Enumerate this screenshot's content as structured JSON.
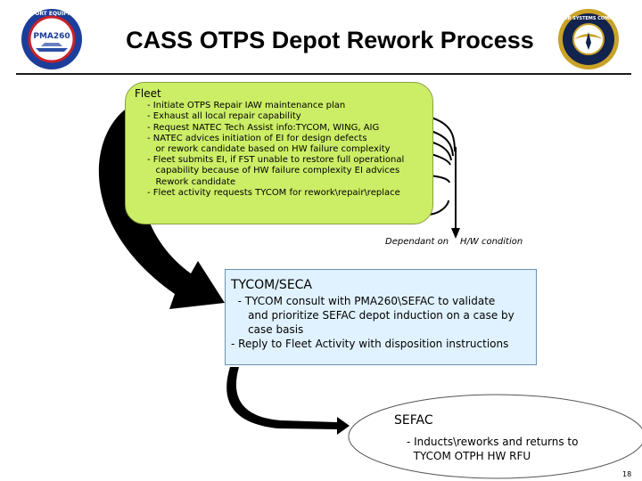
{
  "title": "CASS OTPS Depot Rework Process",
  "logos": {
    "left_text": "SUPPORT EQUIPMENT",
    "left_center": "PMA260",
    "right_text": "NAVAIR SYSTEMS COMMAND"
  },
  "fleet": {
    "title": "Fleet",
    "items": [
      "- Initiate OTPS Repair IAW maintenance plan",
      "- Exhaust all local repair capability",
      "- Request NATEC Tech Assist info:TYCOM, WING, AIG",
      "- NATEC advices initiation of EI for design defects",
      "   or rework candidate based on HW failure complexity",
      "- Fleet submits EI, if FST unable to restore full operational",
      "   capability because of HW failure complexity EI advices",
      "   Rework candidate",
      "- Fleet activity requests TYCOM for rework\\repair\\replace"
    ]
  },
  "dependent": {
    "left": "Dependant on",
    "right": "H/W condition"
  },
  "tycom": {
    "title": "TYCOM/SECA",
    "items": [
      "  - TYCOM consult with PMA260\\SEFAC to validate",
      "     and prioritize SEFAC depot induction on a case by",
      "     case basis",
      "- Reply to Fleet Activity with disposition instructions"
    ]
  },
  "sefac": {
    "title": "SEFAC",
    "items": [
      "- Inducts\\reworks and returns to",
      "  TYCOM OTPH HW RFU"
    ]
  },
  "page_number": "18",
  "colors": {
    "fleet_fill": "#ccee66",
    "tycom_fill": "#e0f2ff",
    "arrow": "#000000"
  }
}
